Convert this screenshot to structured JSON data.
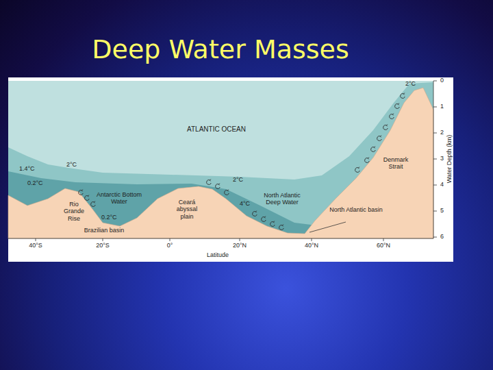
{
  "diagram": {
    "title": "Deep Water Masses",
    "labels": [
      "ATLANTIC OCEAN",
      "2°C",
      "1.4°C",
      "2°C",
      "0.2°C",
      "2°C",
      "Antarctic Bottom Water",
      "Rio Grande Rise",
      "0.2°C",
      "Brazilian basin",
      "Ceará abyssal plain",
      "North Atlantic Deep Water",
      "4°C",
      "North Atlantic basin",
      "Denmark Strait",
      "0",
      "1",
      "2",
      "3",
      "4",
      "5",
      "6",
      "Water Depth (km)",
      "40°S",
      "20°S",
      "0°",
      "20°N",
      "40°N",
      "60°N",
      "Latitude"
    ]
  }
}
